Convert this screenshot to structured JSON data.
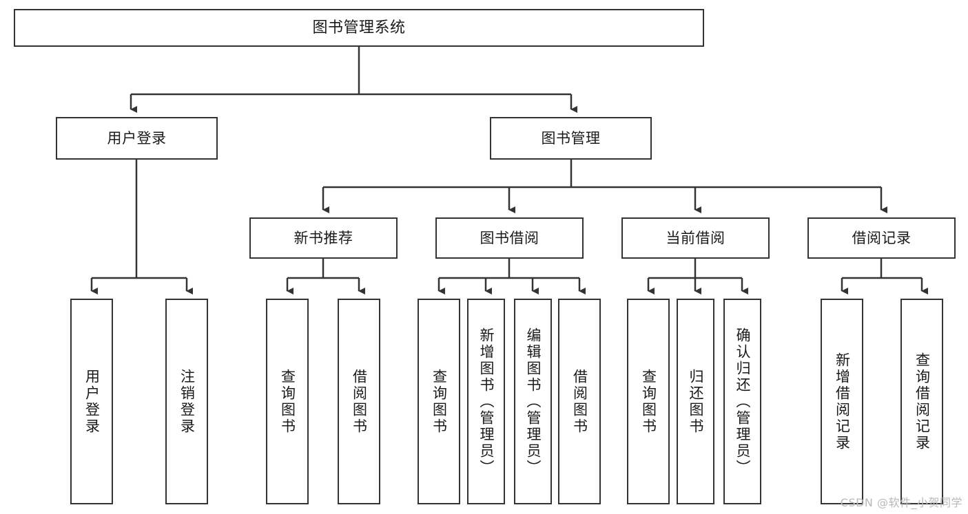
{
  "diagram": {
    "title": "图书管理系统",
    "type": "tree-hierarchy",
    "watermark": "CSDN @软件_小贺同学",
    "colors": {
      "stroke": "#333333",
      "fill": "#ffffff",
      "text": "#1a1a1a",
      "watermark": "#b9b9b9"
    },
    "levels": {
      "root": {
        "label": "图书管理系统"
      },
      "level2": [
        {
          "id": "user-login",
          "label": "用户登录"
        },
        {
          "id": "book-manage",
          "label": "图书管理"
        }
      ],
      "level3": [
        {
          "id": "new-book-rec",
          "label": "新书推荐"
        },
        {
          "id": "book-borrow",
          "label": "图书借阅"
        },
        {
          "id": "current-borrow",
          "label": "当前借阅"
        },
        {
          "id": "borrow-record",
          "label": "借阅记录"
        }
      ],
      "leaves": {
        "user-login": [
          {
            "id": "leaf-user-login",
            "label": "用户登录"
          },
          {
            "id": "leaf-logout",
            "label": "注销登录"
          }
        ],
        "new-book-rec": [
          {
            "id": "leaf-query-book-1",
            "label": "查询图书"
          },
          {
            "id": "leaf-borrow-book-1",
            "label": "借阅图书"
          }
        ],
        "book-borrow": [
          {
            "id": "leaf-query-book-2",
            "label": "查询图书"
          },
          {
            "id": "leaf-add-book",
            "label": "新增图书（管理员）"
          },
          {
            "id": "leaf-edit-book",
            "label": "编辑图书（管理员）"
          },
          {
            "id": "leaf-borrow-book-2",
            "label": "借阅图书"
          }
        ],
        "current-borrow": [
          {
            "id": "leaf-query-book-3",
            "label": "查询图书"
          },
          {
            "id": "leaf-return-book",
            "label": "归还图书"
          },
          {
            "id": "leaf-confirm-return",
            "label": "确认归还（管理员）"
          }
        ],
        "borrow-record": [
          {
            "id": "leaf-add-record",
            "label": "新增借阅记录"
          },
          {
            "id": "leaf-query-record",
            "label": "查询借阅记录"
          }
        ]
      }
    }
  }
}
